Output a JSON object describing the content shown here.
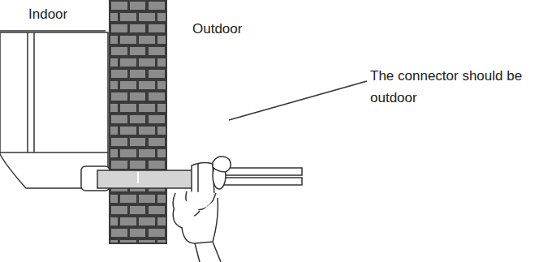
{
  "diagram": {
    "labels": [
      "Indoor",
      "Outdoor",
      "The connector should be outdoor"
    ]
  }
}
